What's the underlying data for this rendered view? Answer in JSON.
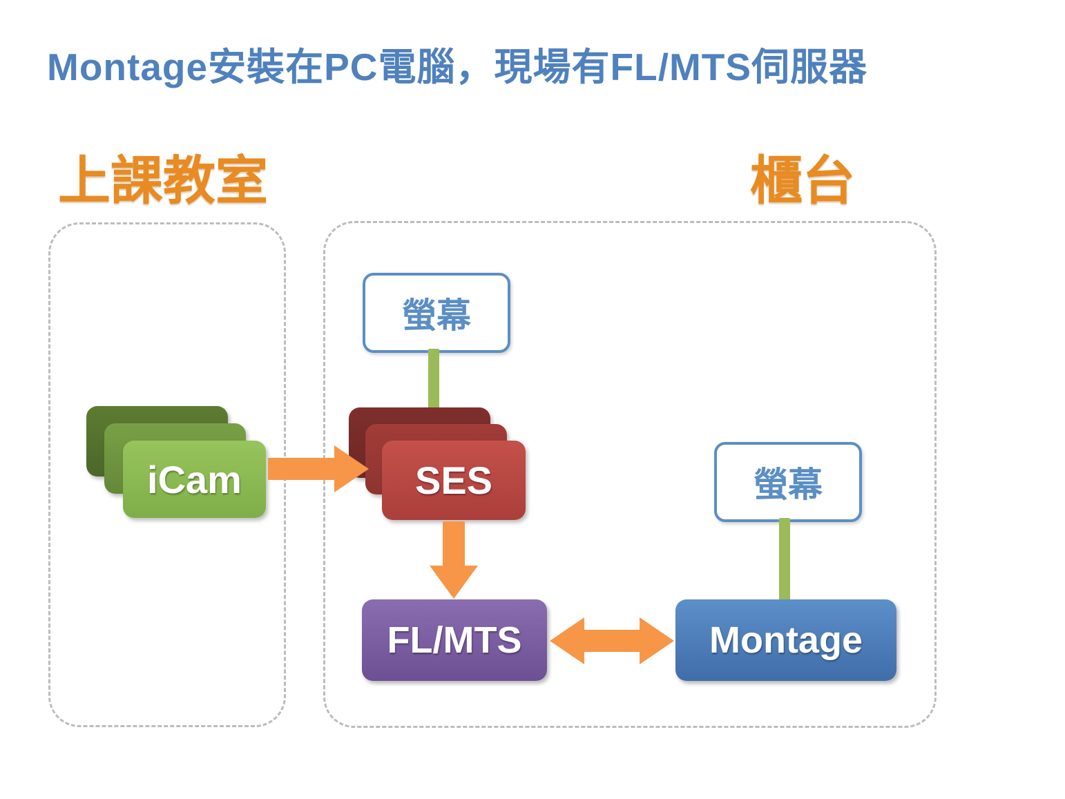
{
  "title": "Montage安裝在PC電腦，現場有FL/MTS伺服器",
  "sections": {
    "classroom": {
      "label": "上課教室"
    },
    "counter": {
      "label": "櫃台"
    }
  },
  "nodes": {
    "icam": {
      "label": "iCam",
      "color": "#8cba52"
    },
    "ses": {
      "label": "SES",
      "color": "#bf4240"
    },
    "flmts": {
      "label": "FL/MTS",
      "color": "#7d5fa2"
    },
    "montage": {
      "label": "Montage",
      "color": "#4f81bd"
    },
    "screen_ses": {
      "label": "螢幕",
      "border_color": "#5b8ec4"
    },
    "screen_montage": {
      "label": "螢幕",
      "border_color": "#5b8ec4"
    }
  },
  "connections": {
    "icam_to_ses": {
      "type": "arrow-right",
      "color": "#f79646"
    },
    "ses_to_flmts": {
      "type": "arrow-down",
      "color": "#f79646"
    },
    "flmts_montage": {
      "type": "arrow-double",
      "color": "#f79646"
    },
    "screen_to_ses": {
      "type": "line",
      "color": "#9bbb59"
    },
    "screen_to_montage": {
      "type": "line",
      "color": "#9bbb59"
    }
  },
  "colors": {
    "title_blue": "#4f81bd",
    "section_orange": "#e88b22",
    "arrow_orange": "#f79646",
    "connector_green": "#9bbb59",
    "dashed_border": "#bcbcbc"
  }
}
